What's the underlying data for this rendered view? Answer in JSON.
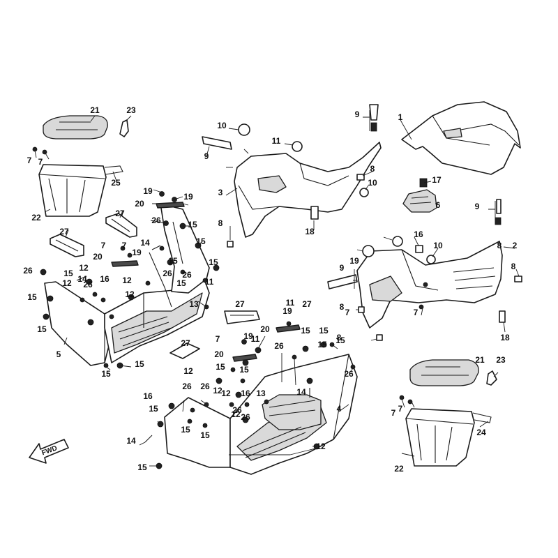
{
  "diagram": {
    "fwd_label": "FWD",
    "callouts": [
      "1",
      "2",
      "3",
      "4",
      "5",
      "6",
      "7",
      "7",
      "7",
      "7",
      "7",
      "7",
      "7",
      "7",
      "7",
      "8",
      "8",
      "8",
      "8",
      "8",
      "8",
      "9",
      "9",
      "9",
      "9",
      "10",
      "10",
      "10",
      "11",
      "11",
      "11",
      "11",
      "12",
      "12",
      "12",
      "12",
      "12",
      "12",
      "12",
      "12",
      "12",
      "13",
      "13",
      "14",
      "14",
      "14",
      "14",
      "15",
      "15",
      "15",
      "15",
      "15",
      "15",
      "15",
      "15",
      "15",
      "15",
      "15",
      "15",
      "15",
      "15",
      "15",
      "15",
      "15",
      "15",
      "15",
      "15",
      "16",
      "16",
      "16",
      "16",
      "17",
      "18",
      "18",
      "19",
      "19",
      "19",
      "19",
      "19",
      "19",
      "20",
      "20",
      "20",
      "20",
      "21",
      "21",
      "22",
      "22",
      "23",
      "23",
      "24",
      "25",
      "26",
      "26",
      "26",
      "26",
      "26",
      "26",
      "26",
      "26",
      "26",
      "26",
      "26",
      "27",
      "27",
      "27",
      "27",
      "27"
    ]
  }
}
